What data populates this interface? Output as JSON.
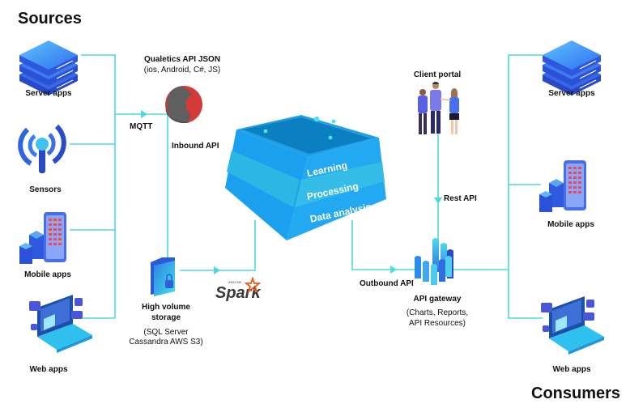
{
  "titles": {
    "sources": "Sources",
    "consumers": "Consumers"
  },
  "sources": [
    {
      "label": "Server apps",
      "icon": "server-stack-icon"
    },
    {
      "label": "Sensors",
      "icon": "antenna-sensor-icon"
    },
    {
      "label": "Mobile apps",
      "icon": "mobile-servers-icon"
    },
    {
      "label": "Web apps",
      "icon": "laptop-icon"
    }
  ],
  "consumers": [
    {
      "label": "Server apps",
      "icon": "server-stack-icon"
    },
    {
      "label": "Mobile apps",
      "icon": "mobile-servers-icon"
    },
    {
      "label": "Web apps",
      "icon": "laptop-icon"
    }
  ],
  "qualetics": {
    "title": "Qualetics API JSON",
    "subtitle": "(ios, Android, C#, JS)",
    "icon": "qualetics-logo-icon"
  },
  "connectors": {
    "mqtt": "MQTT",
    "inbound_api": "Inbound API",
    "outbound_api": "Outbound API",
    "rest_api": "Rest API"
  },
  "storage": {
    "title_line1": "High volume",
    "title_line2": "storage",
    "detail_line1": "(SQL Server",
    "detail_line2": "Cassandra AWS S3)",
    "icon": "locked-folder-icon"
  },
  "spark": {
    "label": "Spark",
    "prefix": "APACHE",
    "icon": "apache-spark-logo-icon"
  },
  "pyramid": {
    "layers": [
      "Learning",
      "Processing",
      "Data analysis"
    ]
  },
  "client_portal": {
    "label": "Client portal",
    "icon": "people-group-icon"
  },
  "gateway": {
    "title": "API gateway",
    "detail_line1": "(Charts, Reports,",
    "detail_line2": "API Resources)",
    "icon": "api-gateway-icon"
  },
  "colors": {
    "line": "#4fd8e0",
    "pyramid_main": "#1ea7f0",
    "pyramid_band": "#2bb8e8",
    "pyramid_top": "#0a86c4",
    "server_blue": "#2f5ee0",
    "qualetics_red": "#d33a3a",
    "qualetics_gray": "#5f5f5f",
    "spark_orange": "#e25a1c"
  }
}
